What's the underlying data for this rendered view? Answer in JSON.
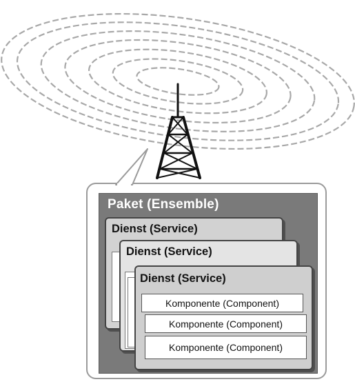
{
  "ensemble": {
    "label": "Paket (Ensemble)"
  },
  "services": [
    {
      "label": "Dienst (Service)"
    },
    {
      "label": "Dienst (Service)"
    },
    {
      "label": "Dienst (Service)"
    }
  ],
  "components": [
    {
      "label": "Komponente (Component)"
    },
    {
      "label": "Komponente (Component)"
    },
    {
      "label": "Komponente (Component)"
    }
  ]
}
